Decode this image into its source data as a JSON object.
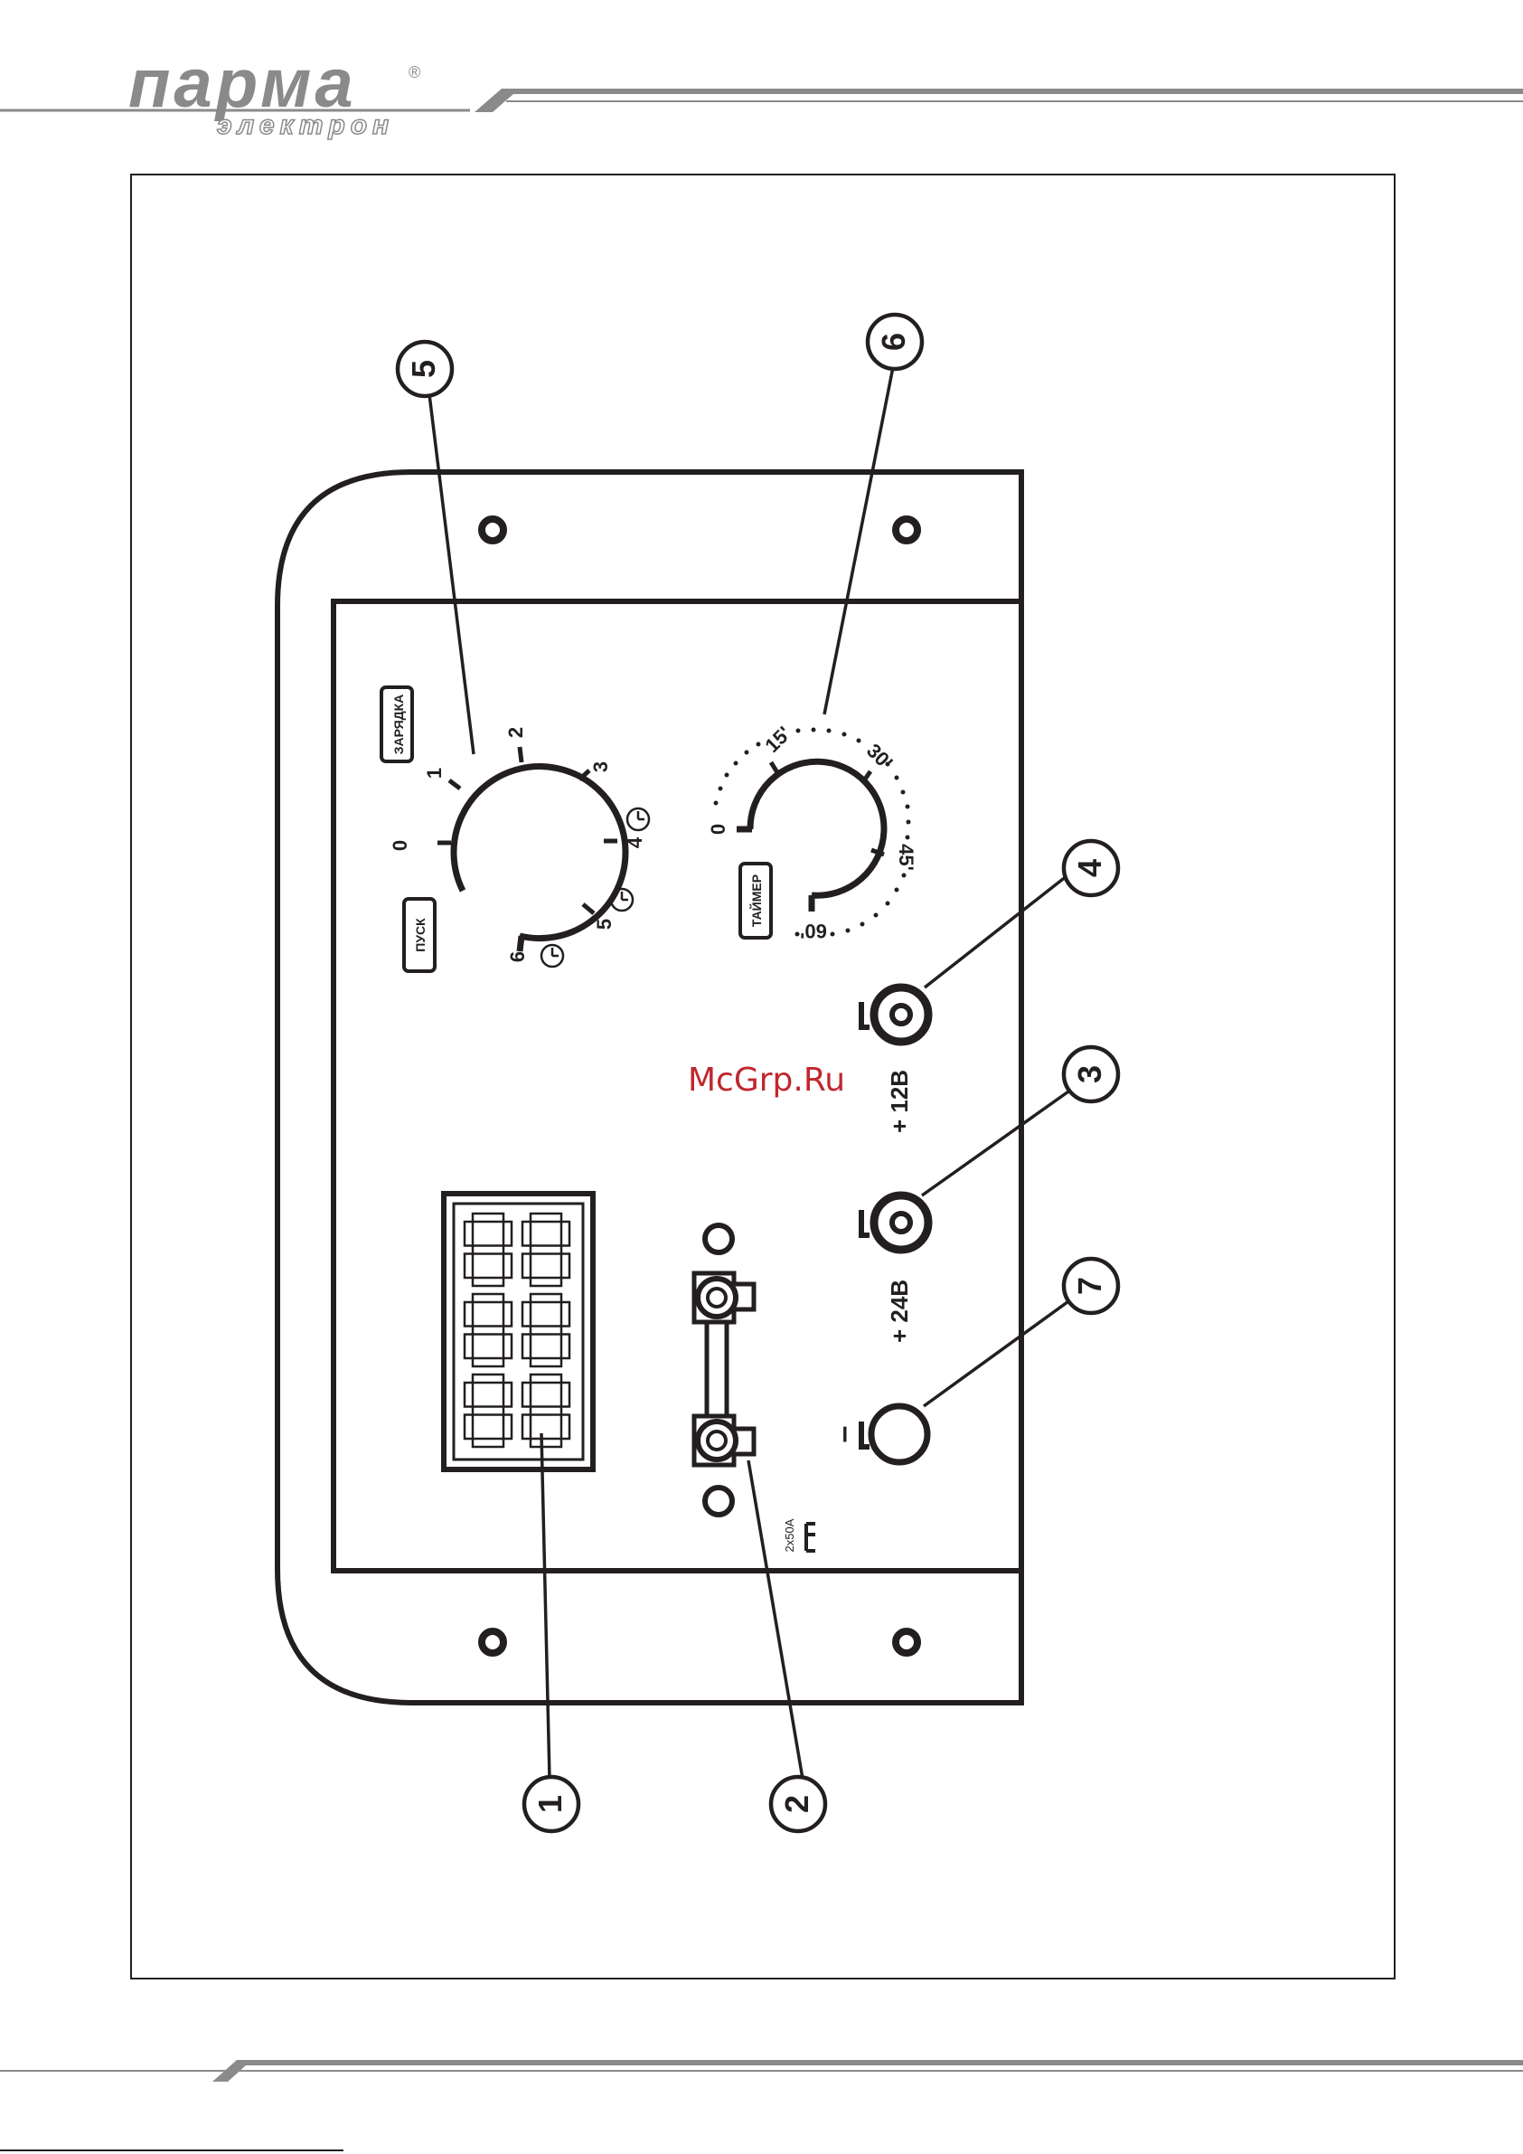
{
  "header": {
    "brand": "парма",
    "sub": "электрон",
    "reg": "®"
  },
  "watermark": "McGrp.Ru",
  "callouts": [
    "1",
    "2",
    "3",
    "4",
    "5",
    "6",
    "7"
  ],
  "mode_dial": {
    "tag_top": "ЗАРЯДКА",
    "tag_bottom": "ПУСК",
    "marks": [
      "0",
      "1",
      "2",
      "3",
      "4",
      "5",
      "6"
    ]
  },
  "timer_dial": {
    "tag": "ТАЙМЕР",
    "marks": [
      "0",
      "15'",
      "30'",
      "45'",
      "60'"
    ]
  },
  "terminals": {
    "plus12": "+ 12В",
    "plus24": "+ 24В",
    "minus": "–"
  },
  "fuse": {
    "rating": "2х50А"
  },
  "colors": {
    "line": "#231f20",
    "watermark": "#c0272d",
    "header_grey": "#8a8a8a"
  }
}
